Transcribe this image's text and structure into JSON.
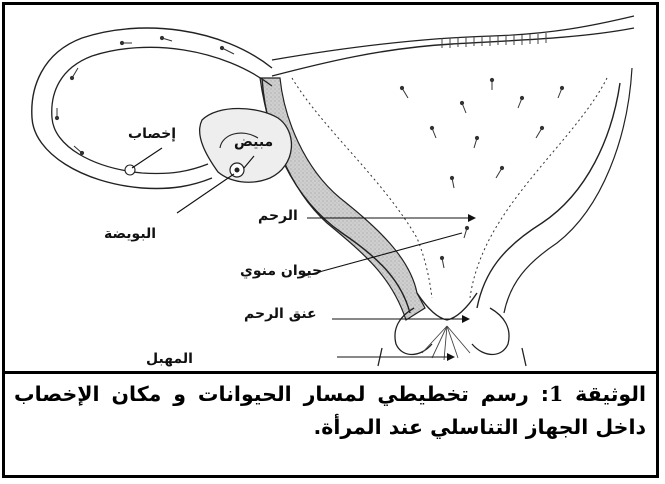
{
  "labels": {
    "fertilization": "إخصاب",
    "ovary": "مبيض",
    "ovule": "البويضة",
    "uterus": "الرحم",
    "sperm": "حيوان منوي",
    "cervix": "عنق الرحم",
    "vagina": "المهبل"
  },
  "caption": {
    "prefix": "الوثيقة ",
    "number": "1",
    "text": ": رسم تخطيطي لمسار الحيوانات و مكان الإخصاب داخل الجهاز التناسلي عند المرأة."
  }
}
